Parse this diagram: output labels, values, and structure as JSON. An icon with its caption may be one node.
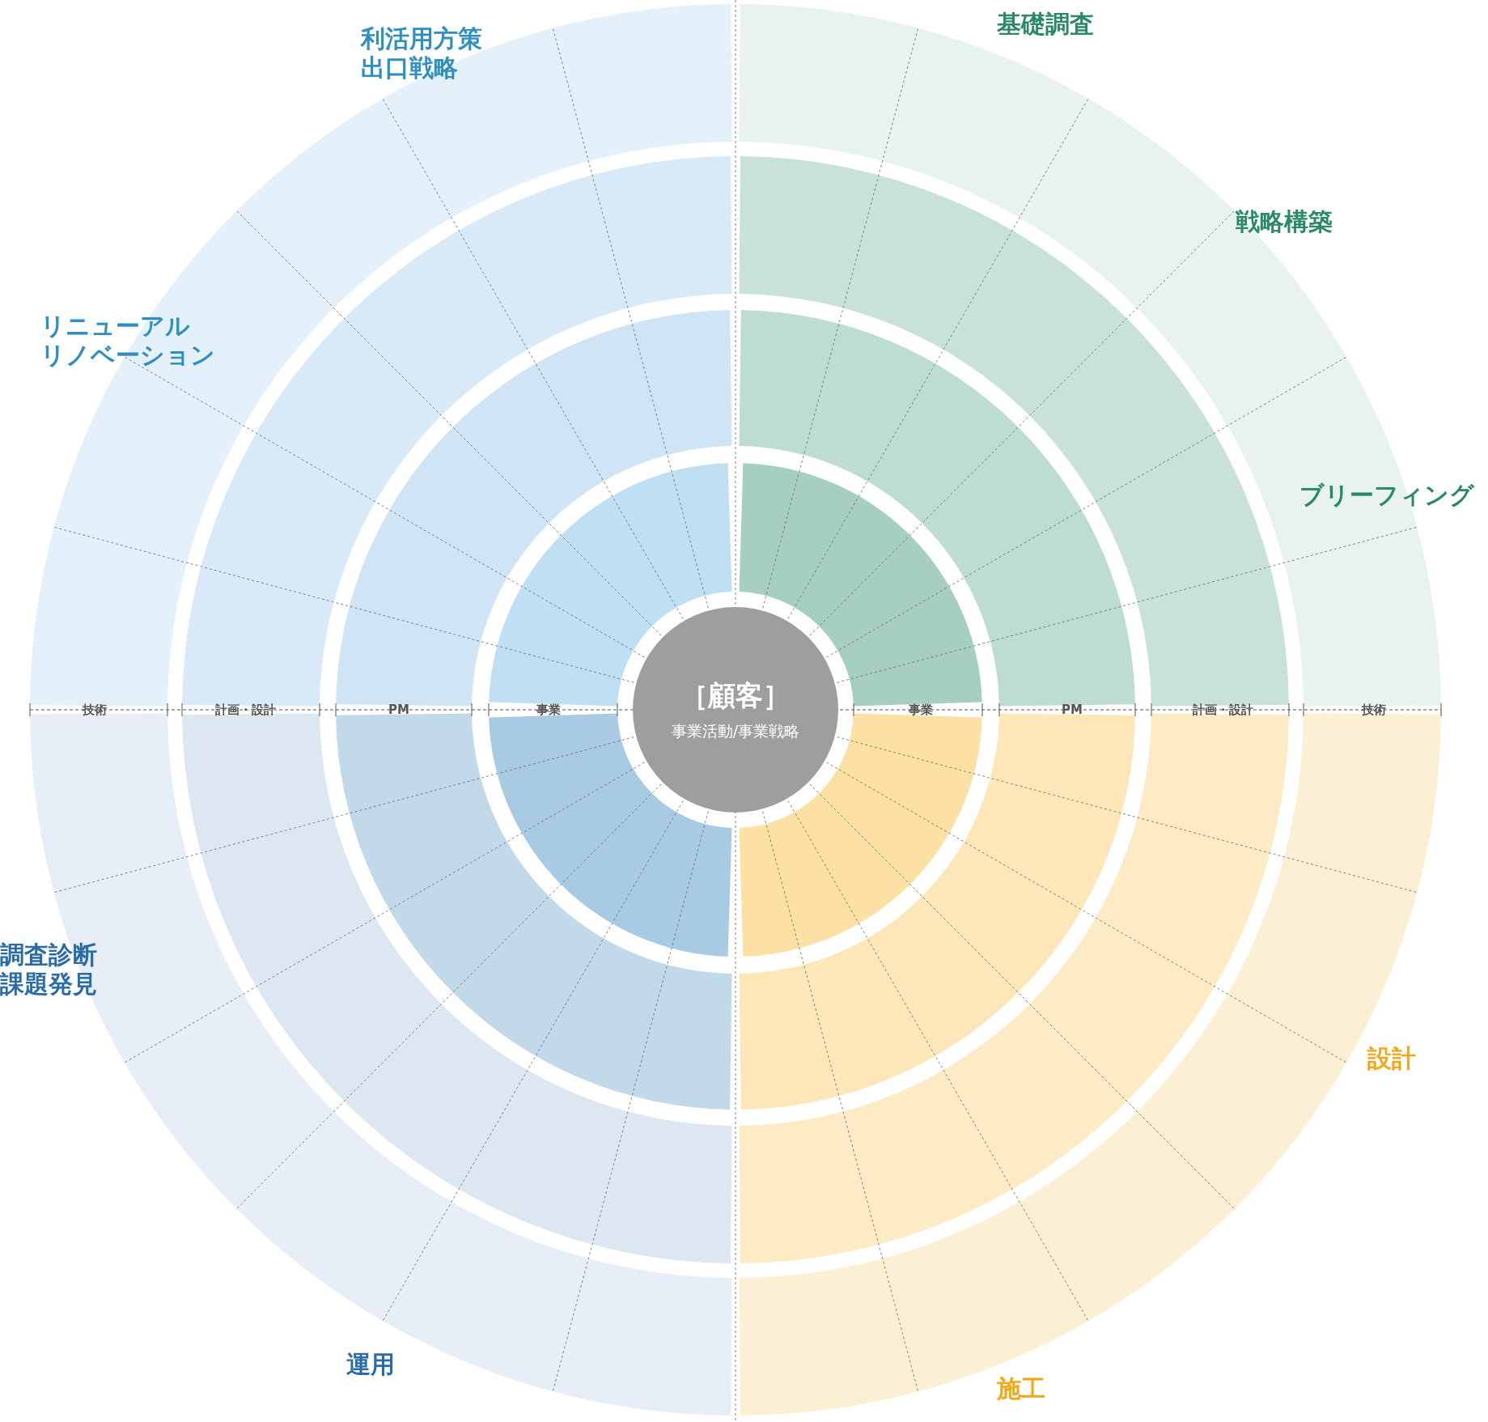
{
  "diagram": {
    "nodes": [
      {
        "text": [
          "［顧客］",
          "事業活動/事業戦略"
        ]
      }
    ],
    "edges": [],
    "labels": [
      "基礎調査",
      "利活用方策出口戦略",
      "戦略構築",
      "リニューアルリノベーション",
      "ブリーフィング",
      "技術",
      "計画・設計",
      "PM",
      "事業",
      "事業",
      "PM",
      "計画・設計",
      "技術",
      "調査診断課題発見",
      "設計",
      "運用",
      "施工"
    ]
  }
}
